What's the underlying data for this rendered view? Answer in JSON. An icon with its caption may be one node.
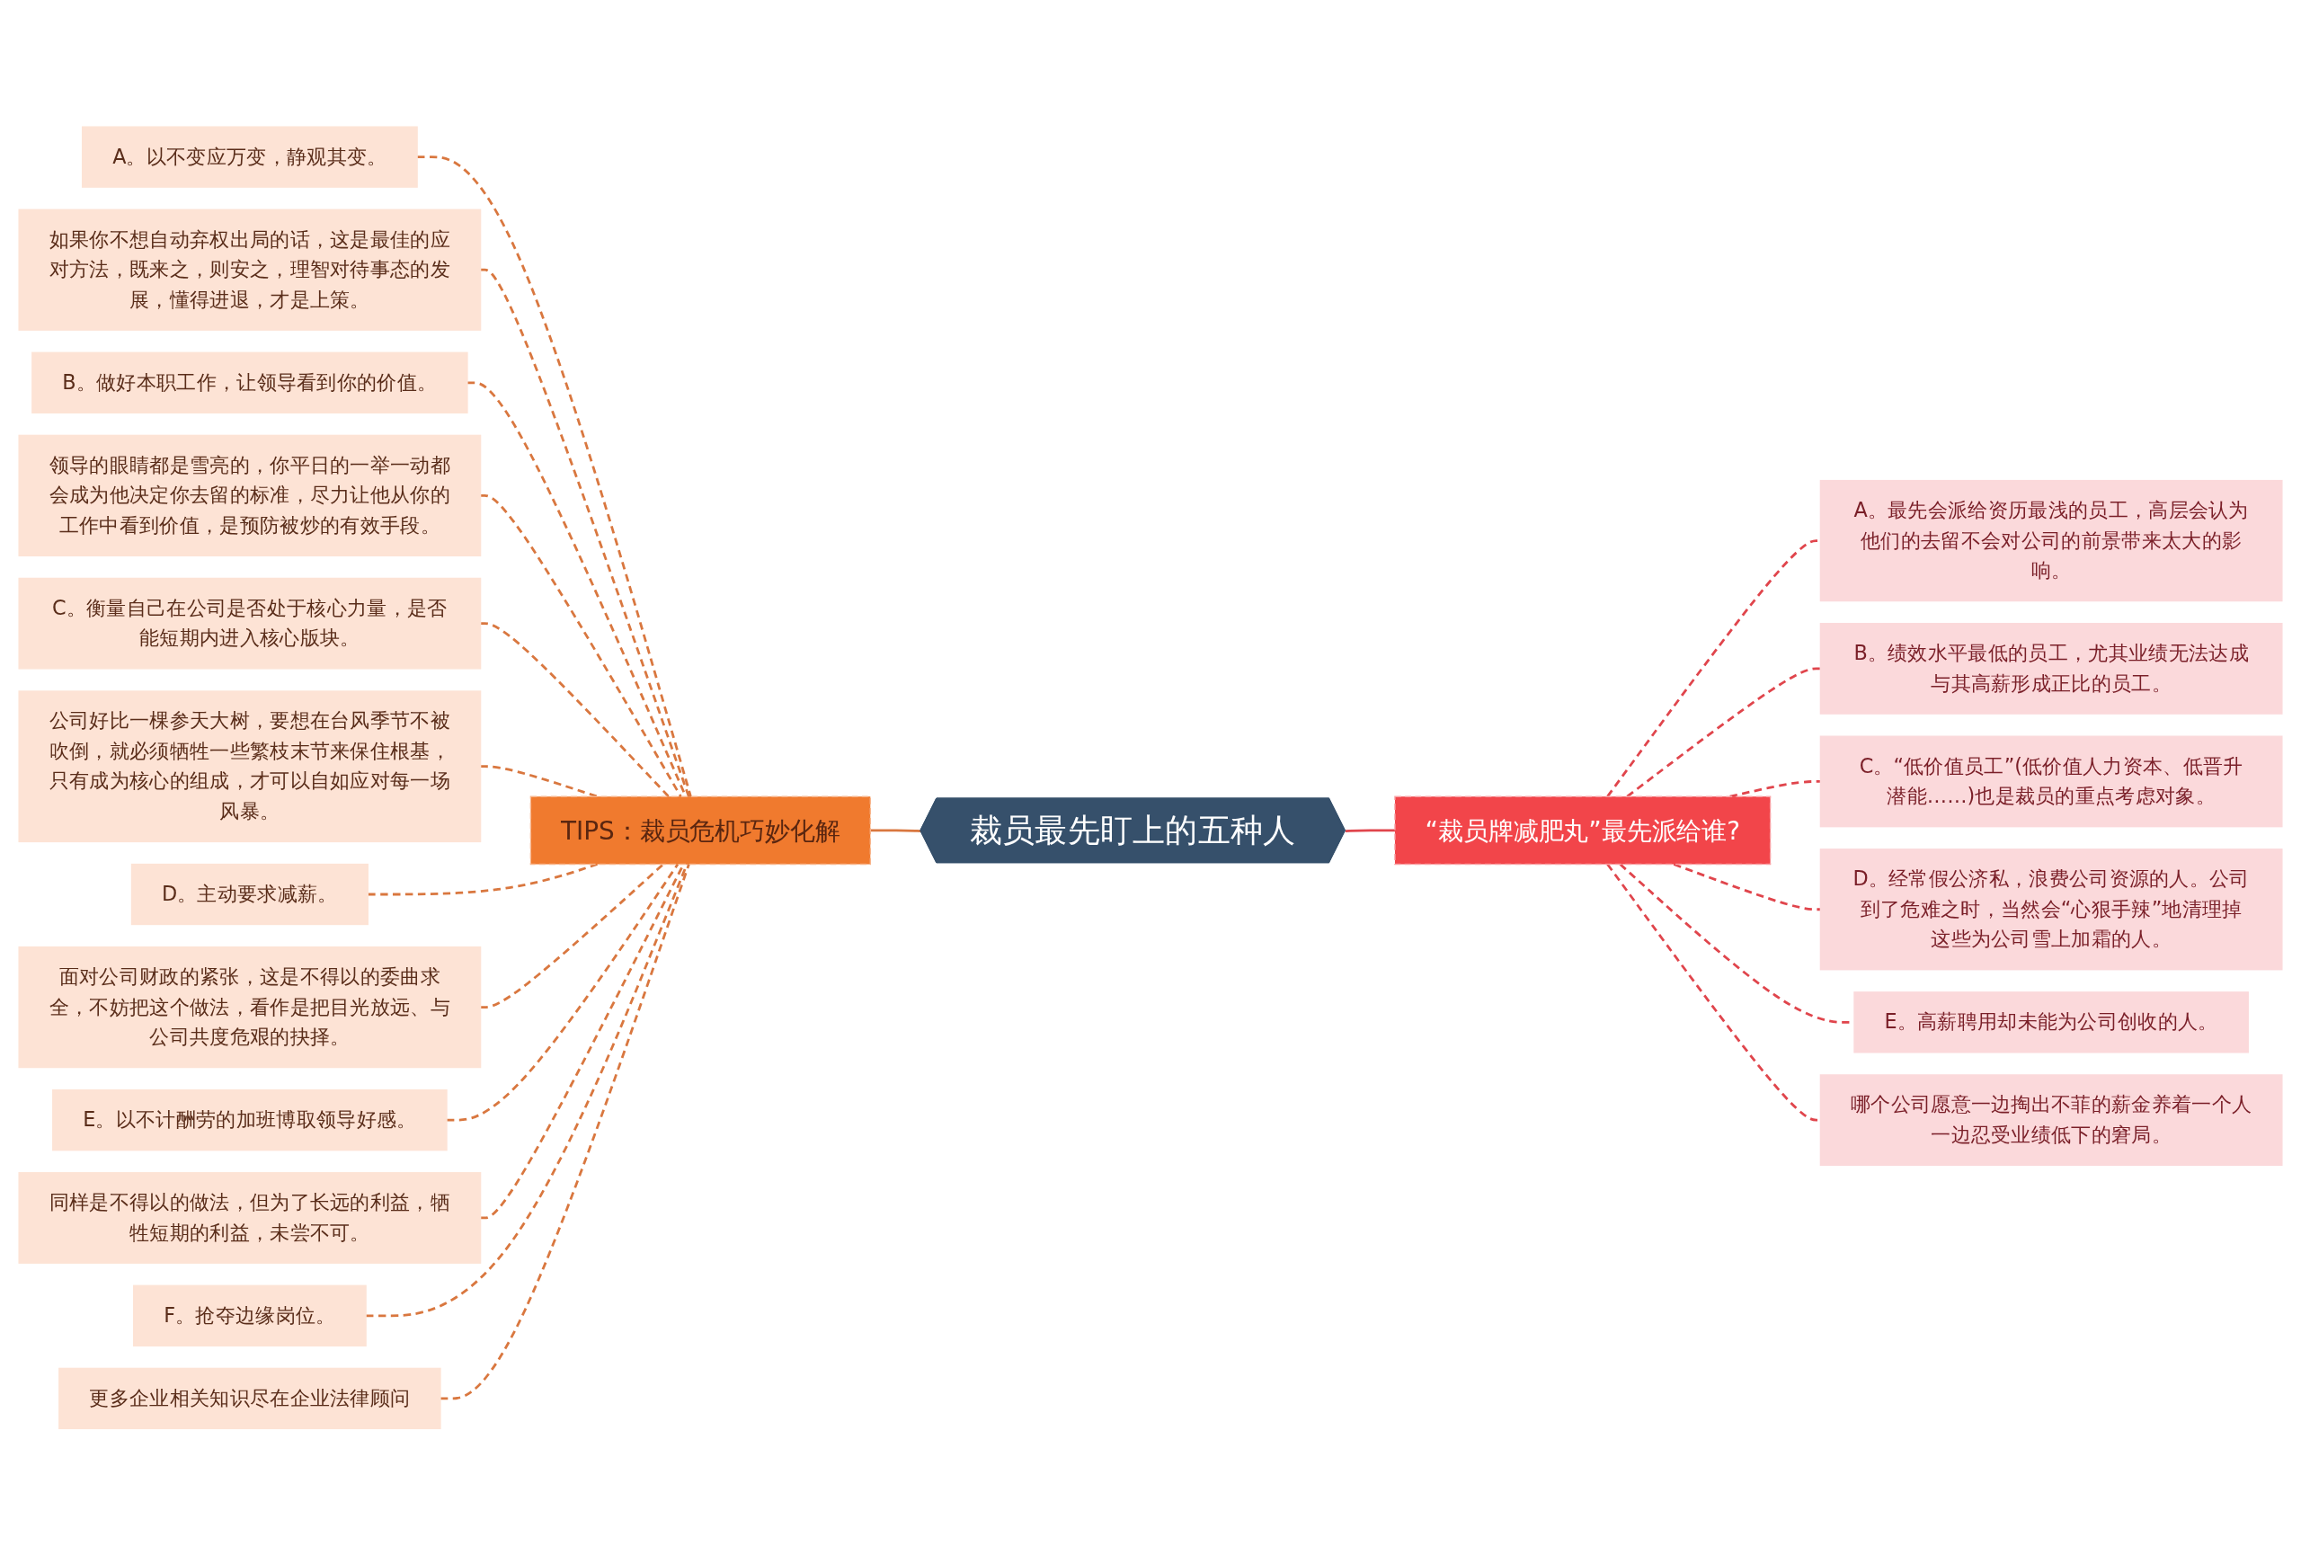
{
  "diagram": {
    "nodes": [
      {
        "text": [
          "裁员最先盯上的五种人"
        ]
      },
      {
        "text": [
          "TIPS：裁员危机巧妙化解"
        ]
      },
      {
        "text": [
          "A。以不变应万变，静观其变。"
        ]
      },
      {
        "text": [
          "如果你不想自动弃权出局的话，这是最佳的应对方法，既来之，则安之，理智对待事态的发展，懂得进退，才是上策。"
        ]
      },
      {
        "text": [
          "B。做好本职工作，让领导看到你的价值。"
        ]
      },
      {
        "text": [
          "领导的眼睛都是雪亮的，你平日的一举一动都会成为他决定你去留的标准，尽力让他从你的工作中看到价值，是预防被炒的有效手段。"
        ]
      },
      {
        "text": [
          "C。衡量自己在公司是否处于核心力量，是否能短期内进入核心版块。"
        ]
      },
      {
        "text": [
          "公司好比一棵参天大树，要想在台风季节不被吹倒，就必须牺牲一些繁枝末节来保住根基，只有成为核心的组成，才可以自如应对每一场风暴。"
        ]
      },
      {
        "text": [
          "D。主动要求减薪。"
        ]
      },
      {
        "text": [
          "面对公司财政的紧张，这是不得以的委曲求全，不妨把这个做法，看作是把目光放远、与公司共度危艰的抉择。"
        ]
      },
      {
        "text": [
          "E。以不计酬劳的加班博取领导好感。"
        ]
      },
      {
        "text": [
          "同样是不得以的做法，但为了长远的利益，牺牲短期的利益，未尝不可。"
        ]
      },
      {
        "text": [
          "F。抢夺边缘岗位。"
        ]
      },
      {
        "text": [
          "更多企业相关知识尽在企业法律顾问"
        ]
      },
      {
        "text": [
          "“裁员牌减肥丸”最先派给谁?"
        ]
      },
      {
        "text": [
          "A。最先会派给资历最浅的员工，高层会认为他们的去留不会对公司的前景带来太大的影响。"
        ]
      },
      {
        "text": [
          "B。绩效水平最低的员工，尤其业绩无法达成与其高薪形成正比的员工。"
        ]
      },
      {
        "text": [
          "C。“低价值员工”(低价值人力资本、低晋升潜能……)也是裁员的重点考虑对象。"
        ]
      },
      {
        "text": [
          "D。经常假公济私，浪费公司资源的人。公司到了危难之时，当然会“心狠手辣”地清理掉这些为公司雪上加霜的人。"
        ]
      },
      {
        "text": [
          "E。高薪聘用却未能为公司创收的人。"
        ]
      },
      {
        "text": [
          "哪个公司愿意一边掏出不菲的薪金养着一个人一边忍受业绩低下的窘局。"
        ]
      }
    ],
    "edges": [
      {
        "from": 0,
        "to": 1,
        "arrow": "none"
      },
      {
        "from": 0,
        "to": 14,
        "arrow": "none",
        "color": "#e0454c"
      },
      {
        "from": 1,
        "to": 2,
        "arrow": "none",
        "style": "dashed"
      },
      {
        "from": 1,
        "to": 3,
        "arrow": "none",
        "style": "dashed"
      },
      {
        "from": 1,
        "to": 4,
        "arrow": "none",
        "style": "dashed"
      },
      {
        "from": 1,
        "to": 5,
        "arrow": "none",
        "style": "dashed"
      },
      {
        "from": 1,
        "to": 6,
        "arrow": "none",
        "style": "dashed"
      },
      {
        "from": 1,
        "to": 7,
        "arrow": "none",
        "style": "dashed"
      },
      {
        "from": 1,
        "to": 8,
        "arrow": "none",
        "style": "dashed"
      },
      {
        "from": 1,
        "to": 9,
        "arrow": "none",
        "style": "dashed"
      },
      {
        "from": 1,
        "to": 10,
        "arrow": "none",
        "style": "dashed"
      },
      {
        "from": 1,
        "to": 11,
        "arrow": "none",
        "style": "dashed"
      },
      {
        "from": 1,
        "to": 12,
        "arrow": "none",
        "style": "dashed"
      },
      {
        "from": 1,
        "to": 13,
        "arrow": "none",
        "style": "dashed"
      },
      {
        "from": 14,
        "to": 15,
        "arrow": "none",
        "style": "dashed",
        "color": "#e0454c"
      },
      {
        "from": 14,
        "to": 16,
        "arrow": "none",
        "style": "dashed",
        "color": "#e0454c"
      },
      {
        "from": 14,
        "to": 17,
        "arrow": "none",
        "style": "dashed",
        "color": "#e0454c"
      },
      {
        "from": 14,
        "to": 18,
        "arrow": "none",
        "style": "dashed",
        "color": "#e0454c"
      },
      {
        "from": 14,
        "to": 19,
        "arrow": "none",
        "style": "dashed",
        "color": "#e0454c"
      },
      {
        "from": 14,
        "to": 20,
        "arrow": "none",
        "style": "dashed",
        "color": "#e0454c"
      }
    ]
  }
}
